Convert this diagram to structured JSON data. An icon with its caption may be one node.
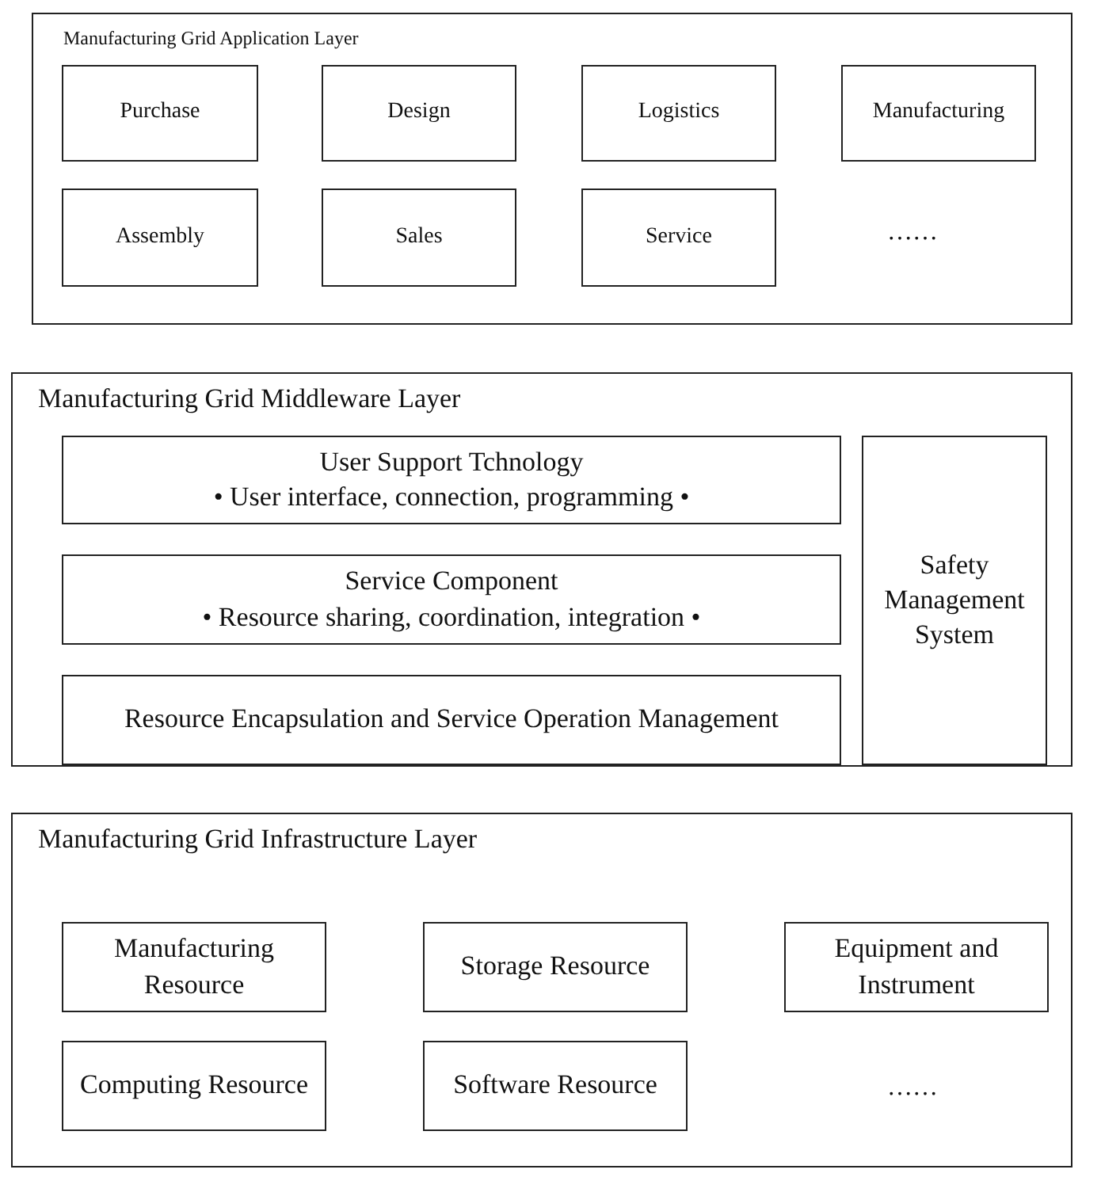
{
  "diagram": {
    "nodes": [
      {
        "text": [
          "Manufacturing Grid Application Layer"
        ]
      },
      {
        "text": [
          "Purchase"
        ],
        "in": 0
      },
      {
        "text": [
          "Design"
        ],
        "in": 0
      },
      {
        "text": [
          "Logistics"
        ],
        "in": 0
      },
      {
        "text": [
          "Manufacturing"
        ],
        "in": 0
      },
      {
        "text": [
          "Assembly"
        ],
        "in": 0
      },
      {
        "text": [
          "Sales"
        ],
        "in": 0
      },
      {
        "text": [
          "Service"
        ],
        "in": 0
      },
      {
        "text": [
          "Manufacturing Grid Middleware Layer"
        ]
      },
      {
        "text": [
          "User Support Tchnology",
          "• User interface, connection, programming •"
        ],
        "in": 8
      },
      {
        "text": [
          "Service Component",
          "• Resource sharing, coordination, integration •"
        ],
        "in": 8
      },
      {
        "text": [
          "Resource Encapsulation and Service Operation Management"
        ],
        "in": 8
      },
      {
        "text": [
          "Safety Management System"
        ],
        "in": 8
      },
      {
        "text": [
          "Manufacturing Grid Infrastructure Layer"
        ]
      },
      {
        "text": [
          "Manufacturing Resource"
        ],
        "in": 13
      },
      {
        "text": [
          "Storage Resource"
        ],
        "in": 13
      },
      {
        "text": [
          "Equipment and Instrument"
        ],
        "in": 13
      },
      {
        "text": [
          "Computing Resource"
        ],
        "in": 13
      },
      {
        "text": [
          "Software Resource"
        ],
        "in": 13
      }
    ],
    "labels": [
      "……",
      "……"
    ]
  }
}
